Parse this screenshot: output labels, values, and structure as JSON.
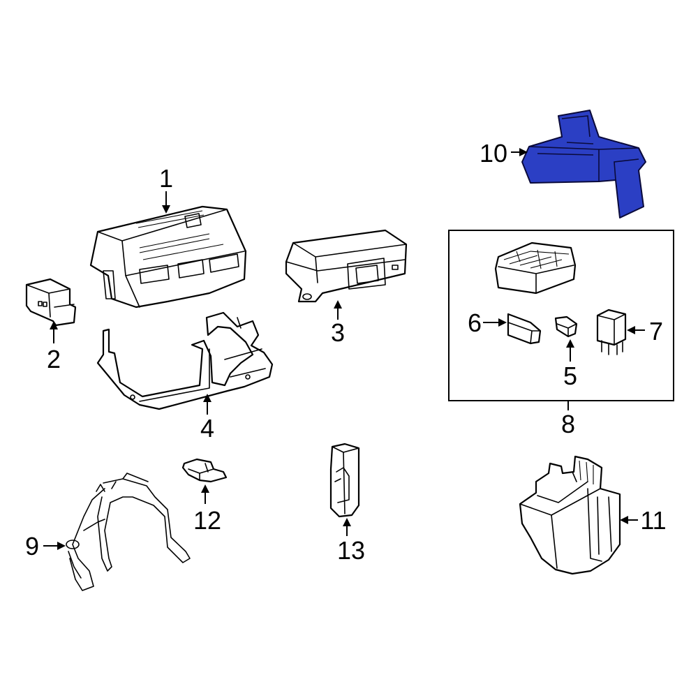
{
  "highlight_color": "#2b3fc4",
  "callouts": {
    "c1": "1",
    "c2": "2",
    "c3": "3",
    "c4": "4",
    "c5": "5",
    "c6": "6",
    "c7": "7",
    "c8": "8",
    "c9": "9",
    "c10": "10",
    "c11": "11",
    "c12": "12",
    "c13": "13"
  }
}
